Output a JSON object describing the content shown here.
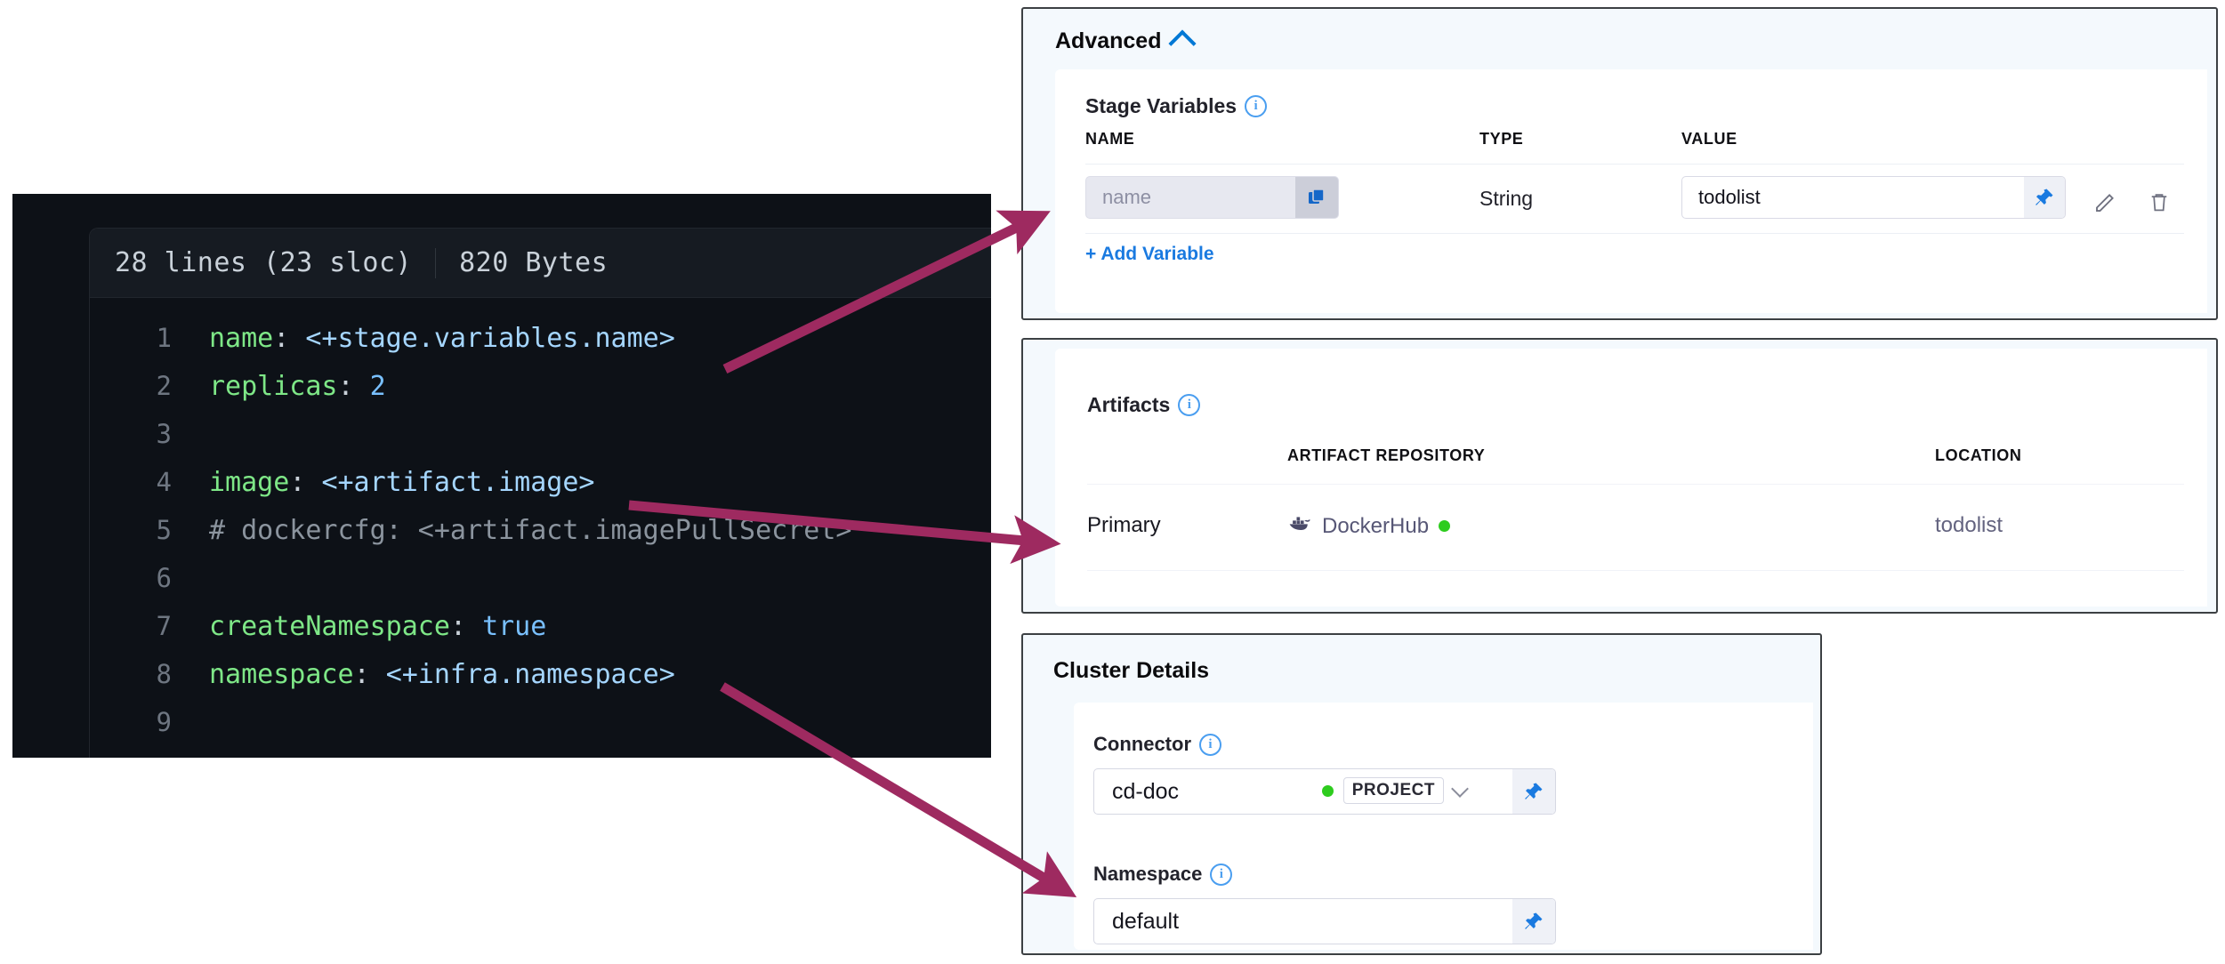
{
  "code_viewer": {
    "lines_label": "28 lines (23 sloc)",
    "size_label": "820 Bytes",
    "lines": [
      {
        "n": "1",
        "segments": [
          {
            "t": "name",
            "c": "tok-key"
          },
          {
            "t": ": ",
            "c": "tok-punc"
          },
          {
            "t": "<+stage.variables.name>",
            "c": "tok-expr"
          }
        ]
      },
      {
        "n": "2",
        "segments": [
          {
            "t": "replicas",
            "c": "tok-key"
          },
          {
            "t": ": ",
            "c": "tok-punc"
          },
          {
            "t": "2",
            "c": "tok-num"
          }
        ]
      },
      {
        "n": "3",
        "segments": []
      },
      {
        "n": "4",
        "segments": [
          {
            "t": "image",
            "c": "tok-key"
          },
          {
            "t": ": ",
            "c": "tok-punc"
          },
          {
            "t": "<+artifact.image>",
            "c": "tok-expr"
          }
        ]
      },
      {
        "n": "5",
        "segments": [
          {
            "t": "# dockercfg: <+artifact.imagePullSecret>",
            "c": "tok-comment"
          }
        ]
      },
      {
        "n": "6",
        "segments": []
      },
      {
        "n": "7",
        "segments": [
          {
            "t": "createNamespace",
            "c": "tok-key"
          },
          {
            "t": ": ",
            "c": "tok-punc"
          },
          {
            "t": "true",
            "c": "tok-bool"
          }
        ]
      },
      {
        "n": "8",
        "segments": [
          {
            "t": "namespace",
            "c": "tok-key"
          },
          {
            "t": ": ",
            "c": "tok-punc"
          },
          {
            "t": "<+infra.namespace>",
            "c": "tok-expr"
          }
        ]
      },
      {
        "n": "9",
        "segments": []
      }
    ]
  },
  "advanced_panel": {
    "title": "Advanced",
    "stage_variables": {
      "title": "Stage Variables",
      "columns": [
        "NAME",
        "TYPE",
        "VALUE"
      ],
      "rows": [
        {
          "name_placeholder": "name",
          "type": "String",
          "value": "todolist"
        }
      ],
      "add_label": "+ Add Variable"
    }
  },
  "artifacts_panel": {
    "title": "Artifacts",
    "columns": [
      "",
      "ARTIFACT REPOSITORY",
      "LOCATION"
    ],
    "rows": [
      {
        "kind": "Primary",
        "repository": "DockerHub",
        "status": "connected",
        "location": "todolist"
      }
    ]
  },
  "cluster_panel": {
    "title": "Cluster Details",
    "connector": {
      "label": "Connector",
      "value": "cd-doc",
      "scope": "PROJECT",
      "status": "connected"
    },
    "namespace": {
      "label": "Namespace",
      "value": "default"
    }
  },
  "colors": {
    "arrow": "#9e2a60",
    "accent_blue": "#1a7ae0",
    "status_green": "#2ecc1e",
    "editor_bg": "#0d1117",
    "panel_border": "#3c4043"
  }
}
